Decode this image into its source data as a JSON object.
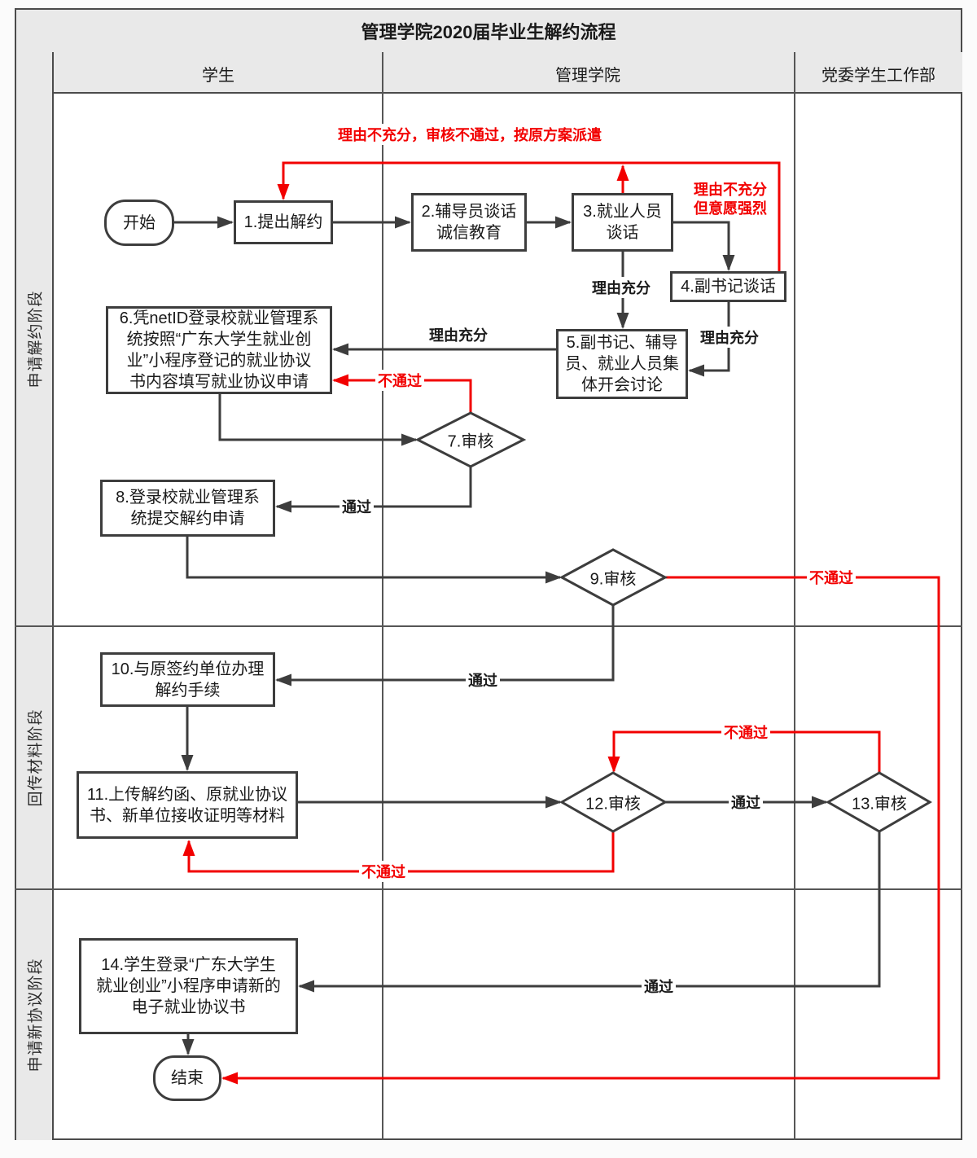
{
  "title": "管理学院2020届毕业生解约流程",
  "lanes": [
    {
      "label": "学生"
    },
    {
      "label": "管理学院"
    },
    {
      "label": "党委学生工作部"
    }
  ],
  "phases": [
    {
      "label": "申请解约阶段"
    },
    {
      "label": "回传材料阶段"
    },
    {
      "label": "申请新协议阶段"
    }
  ],
  "nodes": {
    "start": {
      "type": "terminator",
      "label": "开始"
    },
    "n1": {
      "type": "process",
      "label": "1.提出解约"
    },
    "n2": {
      "type": "process",
      "label": "2.辅导员谈话\n诚信教育"
    },
    "n3": {
      "type": "process",
      "label": "3.就业人员\n谈话"
    },
    "n4": {
      "type": "process",
      "label": "4.副书记谈话"
    },
    "n5": {
      "type": "process",
      "label": "5.副书记、辅导\n员、就业人员集\n体开会讨论"
    },
    "n6": {
      "type": "process",
      "label": "6.凭netID登录校就业管理系\n统按照“广东大学生就业创\n业”小程序登记的就业协议\n书内容填写就业协议申请"
    },
    "n7": {
      "type": "decision",
      "label": "7.审核"
    },
    "n8": {
      "type": "process",
      "label": "8.登录校就业管理系\n统提交解约申请"
    },
    "n9": {
      "type": "decision",
      "label": "9.审核"
    },
    "n10": {
      "type": "process",
      "label": "10.与原签约单位办理\n解约手续"
    },
    "n11": {
      "type": "process",
      "label": "11.上传解约函、原就业协议\n书、新单位接收证明等材料"
    },
    "n12": {
      "type": "decision",
      "label": "12.审核"
    },
    "n13": {
      "type": "decision",
      "label": "13.审核"
    },
    "n14": {
      "type": "process",
      "label": "14.学生登录“广东大学生\n就业创业”小程序申请新的\n电子就业协议书"
    },
    "end": {
      "type": "terminator",
      "label": "结束"
    }
  },
  "edge_labels": {
    "reject_top": "理由不充分，审核不通过，按原方案派遣",
    "insufficient_but_strong": "理由不充分\n但意愿强烈",
    "sufficient_3_to_5": "理由充分",
    "sufficient_4_to_5": "理由充分",
    "sufficient_5_to_6": "理由充分",
    "fail_7": "不通过",
    "pass_7": "通过",
    "fail_9": "不通过",
    "pass_9": "通过",
    "fail_13_to_12": "不通过",
    "pass_12_to_13": "通过",
    "fail_12_to_11": "不通过",
    "pass_13_to_14": "通过"
  },
  "colors": {
    "accent_red": "#f20000",
    "line_dark": "#3d3d3d",
    "header_fill": "#e9e9e9"
  }
}
